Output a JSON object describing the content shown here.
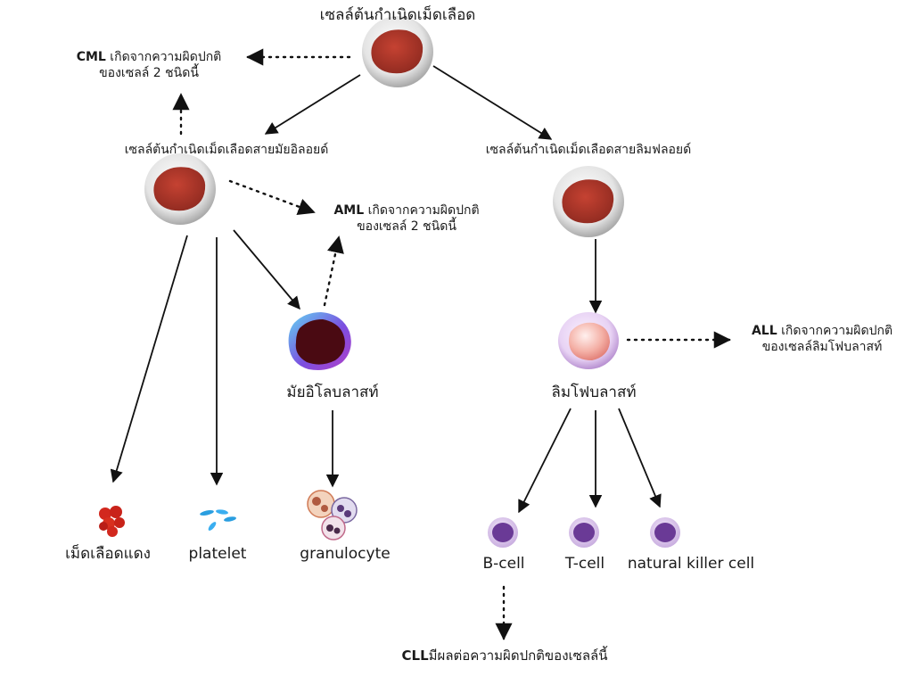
{
  "nodes": {
    "stem": {
      "label": "เซลล์ต้นกำเนิดเม็ดเลือด"
    },
    "myeloid": {
      "label": "เซลล์ต้นกำเนิดเม็ดเลือดสายมัยอิลอยด์"
    },
    "lymphoid": {
      "label": "เซลล์ต้นกำเนิดเม็ดเลือดสายลิมฟลอยด์"
    },
    "myeloblast": {
      "label": "มัยอิโลบลาสท์"
    },
    "lymphoblast": {
      "label": "ลิมโฟบลาสท์"
    },
    "rbc": {
      "label": "เม็ดเลือดแดง"
    },
    "platelet": {
      "label": "platelet"
    },
    "granulocyte": {
      "label": "granulocyte"
    },
    "bcell": {
      "label": "B-cell"
    },
    "tcell": {
      "label": "T-cell"
    },
    "nkcell": {
      "label": "natural killer cell"
    }
  },
  "notes": {
    "cml": {
      "abbr": "CML",
      "line1": " เกิดจากความผิดปกติ",
      "line2": "ของเซลล์ 2 ชนิดนี้"
    },
    "aml": {
      "abbr": "AML",
      "line1": " เกิดจากความผิดปกติ",
      "line2": "ของเซลล์ 2 ชนิดนี้"
    },
    "all": {
      "abbr": "ALL",
      "line1": " เกิดจากความผิดปกติ",
      "line2": "ของเซลล์ลิมโฟบลาสท์"
    },
    "cll": {
      "abbr": "CLL",
      "line1": "มีผลต่อความผิดปกติของเซลล์นี้"
    }
  },
  "colors": {
    "stem_cell_nucleus": "#b0372a",
    "stem_cell_membrane": "#c7c7c7",
    "myeloblast_nucleus": "#4a0a12",
    "myeloblast_rim": "#7a3ad8",
    "lymphoblast_nucleus": "#f0a9a0",
    "lymphoblast_rim": "#d9b8ec",
    "lymphocyte_nucleus": "#6a3a96",
    "rbc": "#d2281e",
    "platelet": "#2a9ee0",
    "arrow": "#111111"
  }
}
